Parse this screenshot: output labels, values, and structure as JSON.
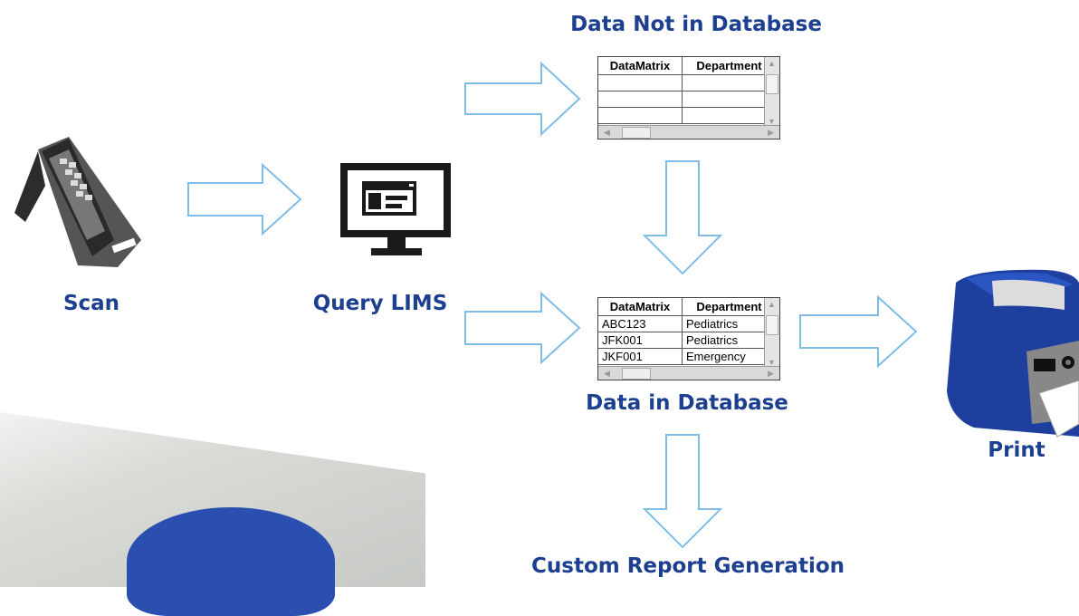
{
  "labels": {
    "scan": "Scan",
    "query": "Query LIMS",
    "not_in_db": "Data Not in Database",
    "in_db": "Data in Database",
    "print": "Print",
    "report": "Custom Report Generation"
  },
  "table_empty": {
    "headers": [
      "DataMatrix",
      "Department"
    ],
    "rows": [
      [
        "",
        ""
      ],
      [
        "",
        ""
      ],
      [
        "",
        ""
      ]
    ]
  },
  "table_filled": {
    "headers": [
      "DataMatrix",
      "Department"
    ],
    "rows": [
      [
        "ABC123",
        "Pediatrics"
      ],
      [
        "JFK001",
        "Pediatrics"
      ],
      [
        "JKF001",
        "Emergency"
      ]
    ]
  },
  "colors": {
    "label": "#1d3f8f",
    "arrow_stroke": "#7fbde6",
    "printer": "#1e3f9e"
  }
}
